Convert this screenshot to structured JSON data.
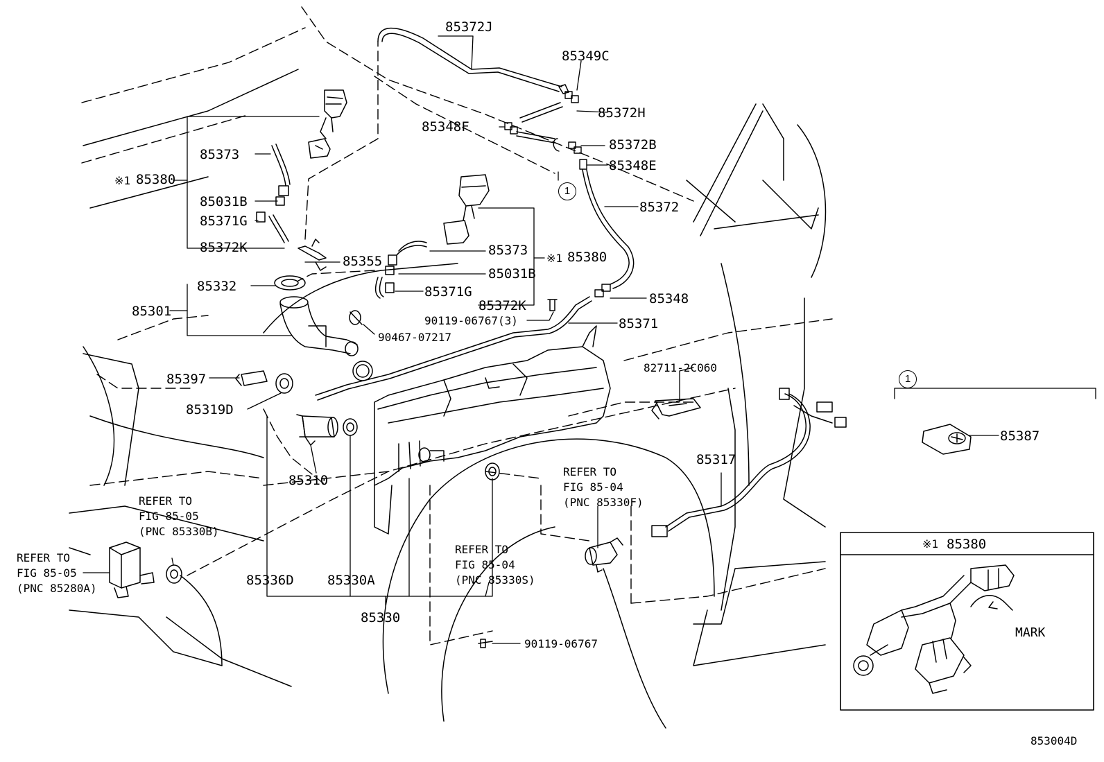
{
  "diagram_id": "853004D",
  "circle_ref": "1",
  "labels": {
    "p85372J": "85372J",
    "p85349C": "85349C",
    "p85372H": "85372H",
    "p85348F": "85348F",
    "p85372B": "85372B",
    "p85348E": "85348E",
    "p85372": "85372",
    "p85373a": "85373",
    "p85380a": "85380",
    "p85031Ba": "85031B",
    "p85371Ga": "85371G",
    "p85372Ka": "85372K",
    "p85355": "85355",
    "p85373b": "85373",
    "p85380b": "85380",
    "p85031Bb": "85031B",
    "p85371Gb": "85371G",
    "p85372Kb": "85372K",
    "p85348": "85348",
    "p90119_3": "90119-06767(3)",
    "p85371": "85371",
    "p85332": "85332",
    "p85301": "85301",
    "p90467": "90467-07217",
    "p82711": "82711-2C060",
    "p85397": "85397",
    "p85319D": "85319D",
    "p85310": "85310",
    "p85317": "85317",
    "p85387": "85387",
    "p85336D": "85336D",
    "p85330A": "85330A",
    "p85330": "85330",
    "p90119": "90119-06767"
  },
  "mark_symbol": "※1",
  "notes": {
    "refer_85330B": "REFER TO\nFIG 85-05\n(PNC 85330B)",
    "refer_85280A": "REFER TO\nFIG 85-05\n(PNC 85280A)",
    "refer_85330F": "REFER TO\nFIG 85-04\n(PNC 85330F)",
    "refer_85330S": "REFER TO\nFIG 85-04\n(PNC 85330S)"
  },
  "inset": {
    "title_symbol": "※1",
    "title_pnc": "85380",
    "mark_label": "MARK"
  }
}
